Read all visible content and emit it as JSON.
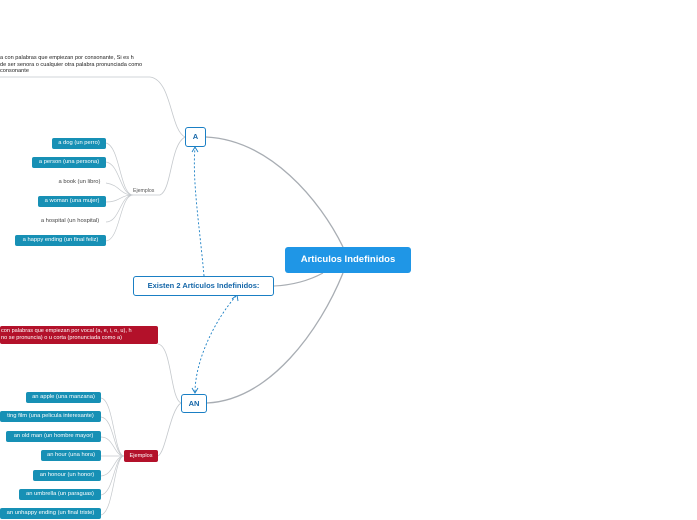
{
  "central": "Articulos Indefinidos",
  "intro": "Existen 2 Artículos Indefinidos:",
  "a_branch": {
    "label": "A",
    "note_lines": [
      "a con palabras que empiezan por consonante, Si es h",
      "de ser senora o cualquier otra palabra pronunciada como",
      "consonante"
    ],
    "examples_label": "Ejemplos",
    "examples": [
      "a dog (un perro)",
      "a person (una persona)",
      "a book (un libro)",
      "a woman (una mujer)",
      "a hospital (un hospital)",
      "a happy ending (un final feliz)"
    ]
  },
  "an_branch": {
    "label": "AN",
    "note_lines": [
      "con palabras que empiezan por vocal (a, e, i, o, u), h",
      "no se pronuncia) o u corta (pronunciada como a)"
    ],
    "examples_label": "Ejemplos",
    "examples": [
      "an apple (una manzana)",
      "ting film (una pelicula interesante)",
      "an old man (un hombre mayor)",
      "an hour (una hora)",
      "an honour (un honor)",
      "an umbrella (un paraguas)",
      "an unhappy ending (un final triste)"
    ]
  }
}
